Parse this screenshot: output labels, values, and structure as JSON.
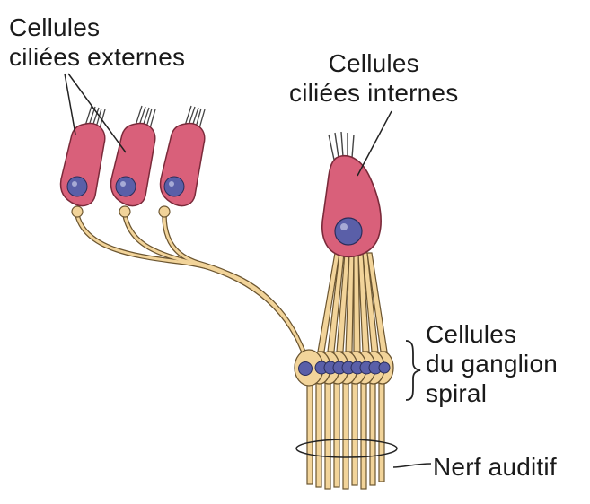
{
  "labels": {
    "outer_hair_cells": [
      "Cellules",
      "ciliées externes"
    ],
    "inner_hair_cells": [
      "Cellules",
      "ciliées internes"
    ],
    "spiral_ganglion_cells": [
      "Cellules",
      "du ganglion",
      "spiral"
    ],
    "auditory_nerve": "Nerf auditif"
  },
  "colors": {
    "hair_cell_fill": "#d9607a",
    "hair_cell_stroke": "#7a2a3a",
    "nucleus_fill": "#5a5fa8",
    "neuron_fill": "#f2d49a",
    "neuron_stroke": "#6b5530",
    "line": "#222222"
  }
}
